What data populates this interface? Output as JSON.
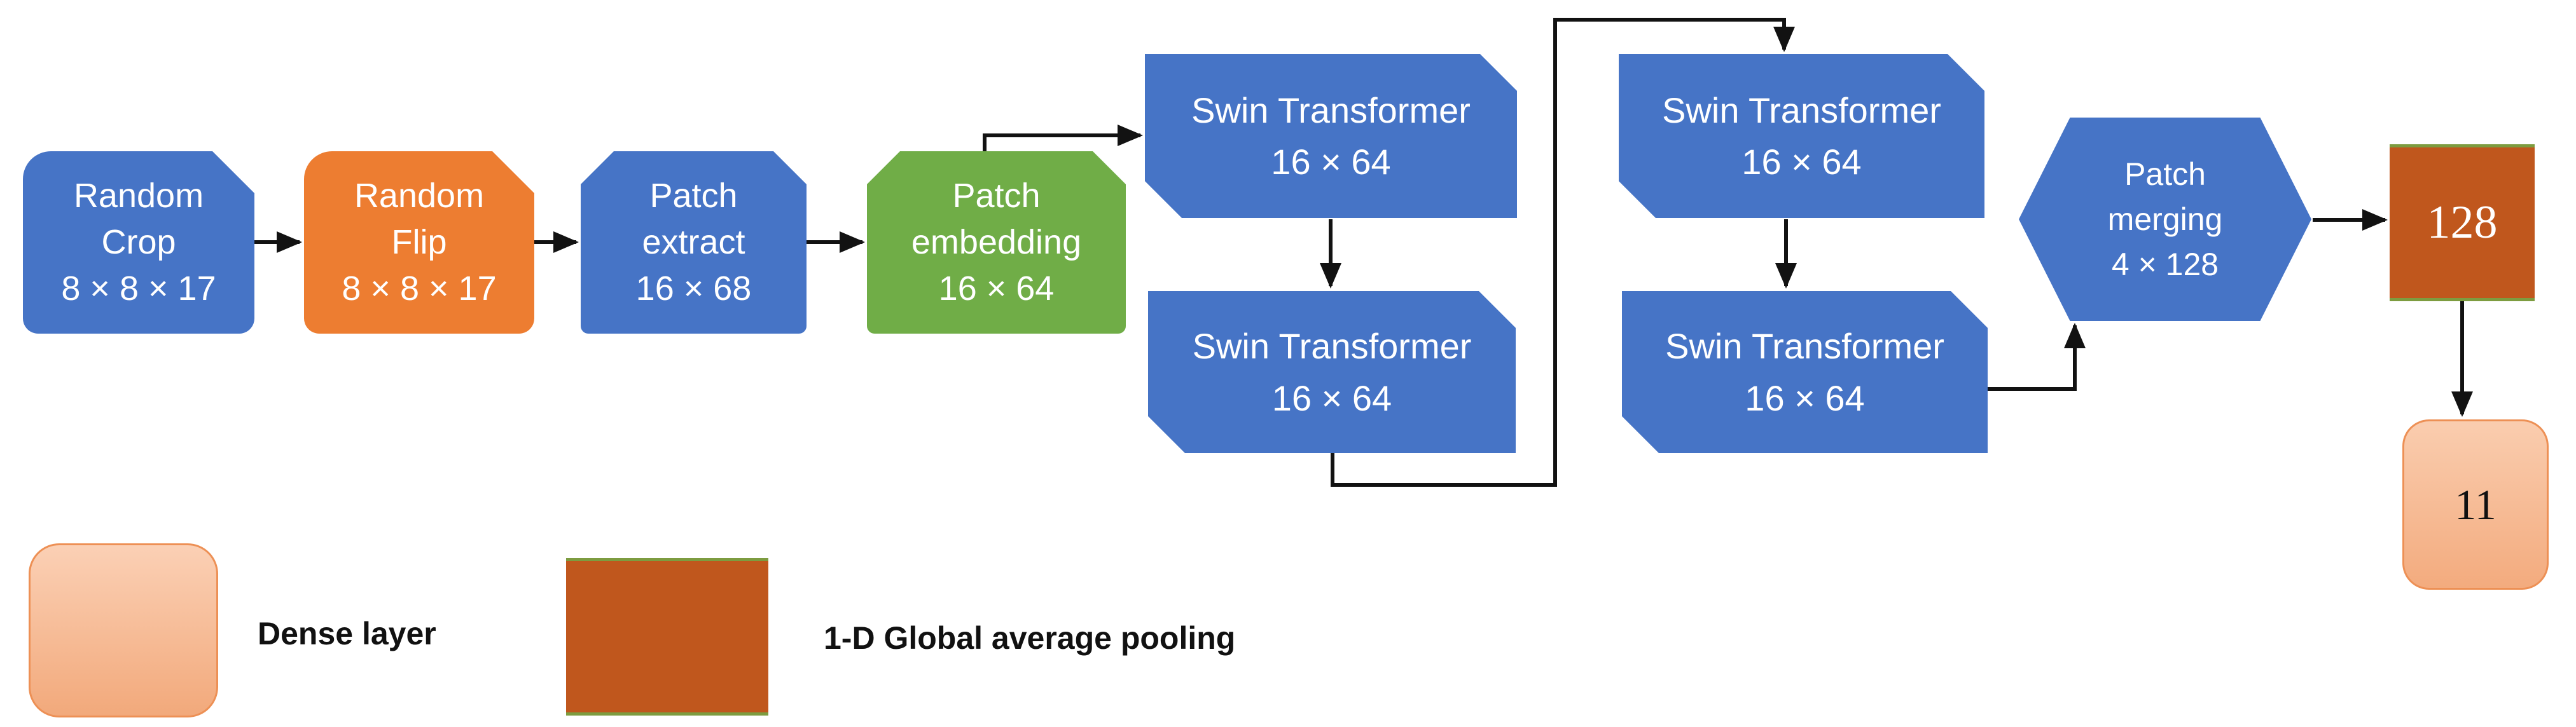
{
  "colors": {
    "node_blue": "#4674C6",
    "node_orange": "#ED7D31",
    "node_green": "#70AD47",
    "pooling_dark_orange": "#C0571D",
    "pooling_olive_border": "#7D9C40",
    "dense_peach_light": "#FACDAF",
    "dense_peach_dark": "#F3AB7E",
    "dense_border_orange": "#ED9055",
    "connector_black": "#121212",
    "text_white": "#FFFFFF",
    "text_black": "#111111"
  },
  "nodes": {
    "random_crop": {
      "line1": "Random",
      "line2": "Crop",
      "line3": "8 × 8 × 17"
    },
    "random_flip": {
      "line1": "Random",
      "line2": "Flip",
      "line3": "8 × 8 × 17"
    },
    "patch_extract": {
      "line1": "Patch",
      "line2": "extract",
      "line3": "16 × 68"
    },
    "patch_embedding": {
      "line1": "Patch",
      "line2": "embedding",
      "line3": "16 × 64"
    },
    "swin1": {
      "line1": "Swin Transformer",
      "line2": "16 × 64"
    },
    "swin2": {
      "line1": "Swin Transformer",
      "line2": "16 × 64"
    },
    "swin3": {
      "line1": "Swin Transformer",
      "line2": "16 × 64"
    },
    "swin4": {
      "line1": "Swin Transformer",
      "line2": "16 × 64"
    },
    "patch_merging": {
      "line1": "Patch",
      "line2": "merging",
      "line3": "4 × 128"
    },
    "global_pooling": {
      "value": "128"
    },
    "dense_output": {
      "value": "11"
    }
  },
  "legend": {
    "dense": {
      "label": "Dense layer"
    },
    "pooling": {
      "label": "1-D Global average pooling"
    }
  },
  "connections": [
    "random_crop -> random_flip",
    "random_flip -> patch_extract",
    "patch_extract -> patch_embedding",
    "patch_embedding -> swin1",
    "swin1 -> swin2",
    "swin2 -> swin3",
    "swin3 -> swin4",
    "swin4 -> patch_merging",
    "patch_merging -> global_pooling_128",
    "global_pooling_128 -> dense_output_11"
  ]
}
